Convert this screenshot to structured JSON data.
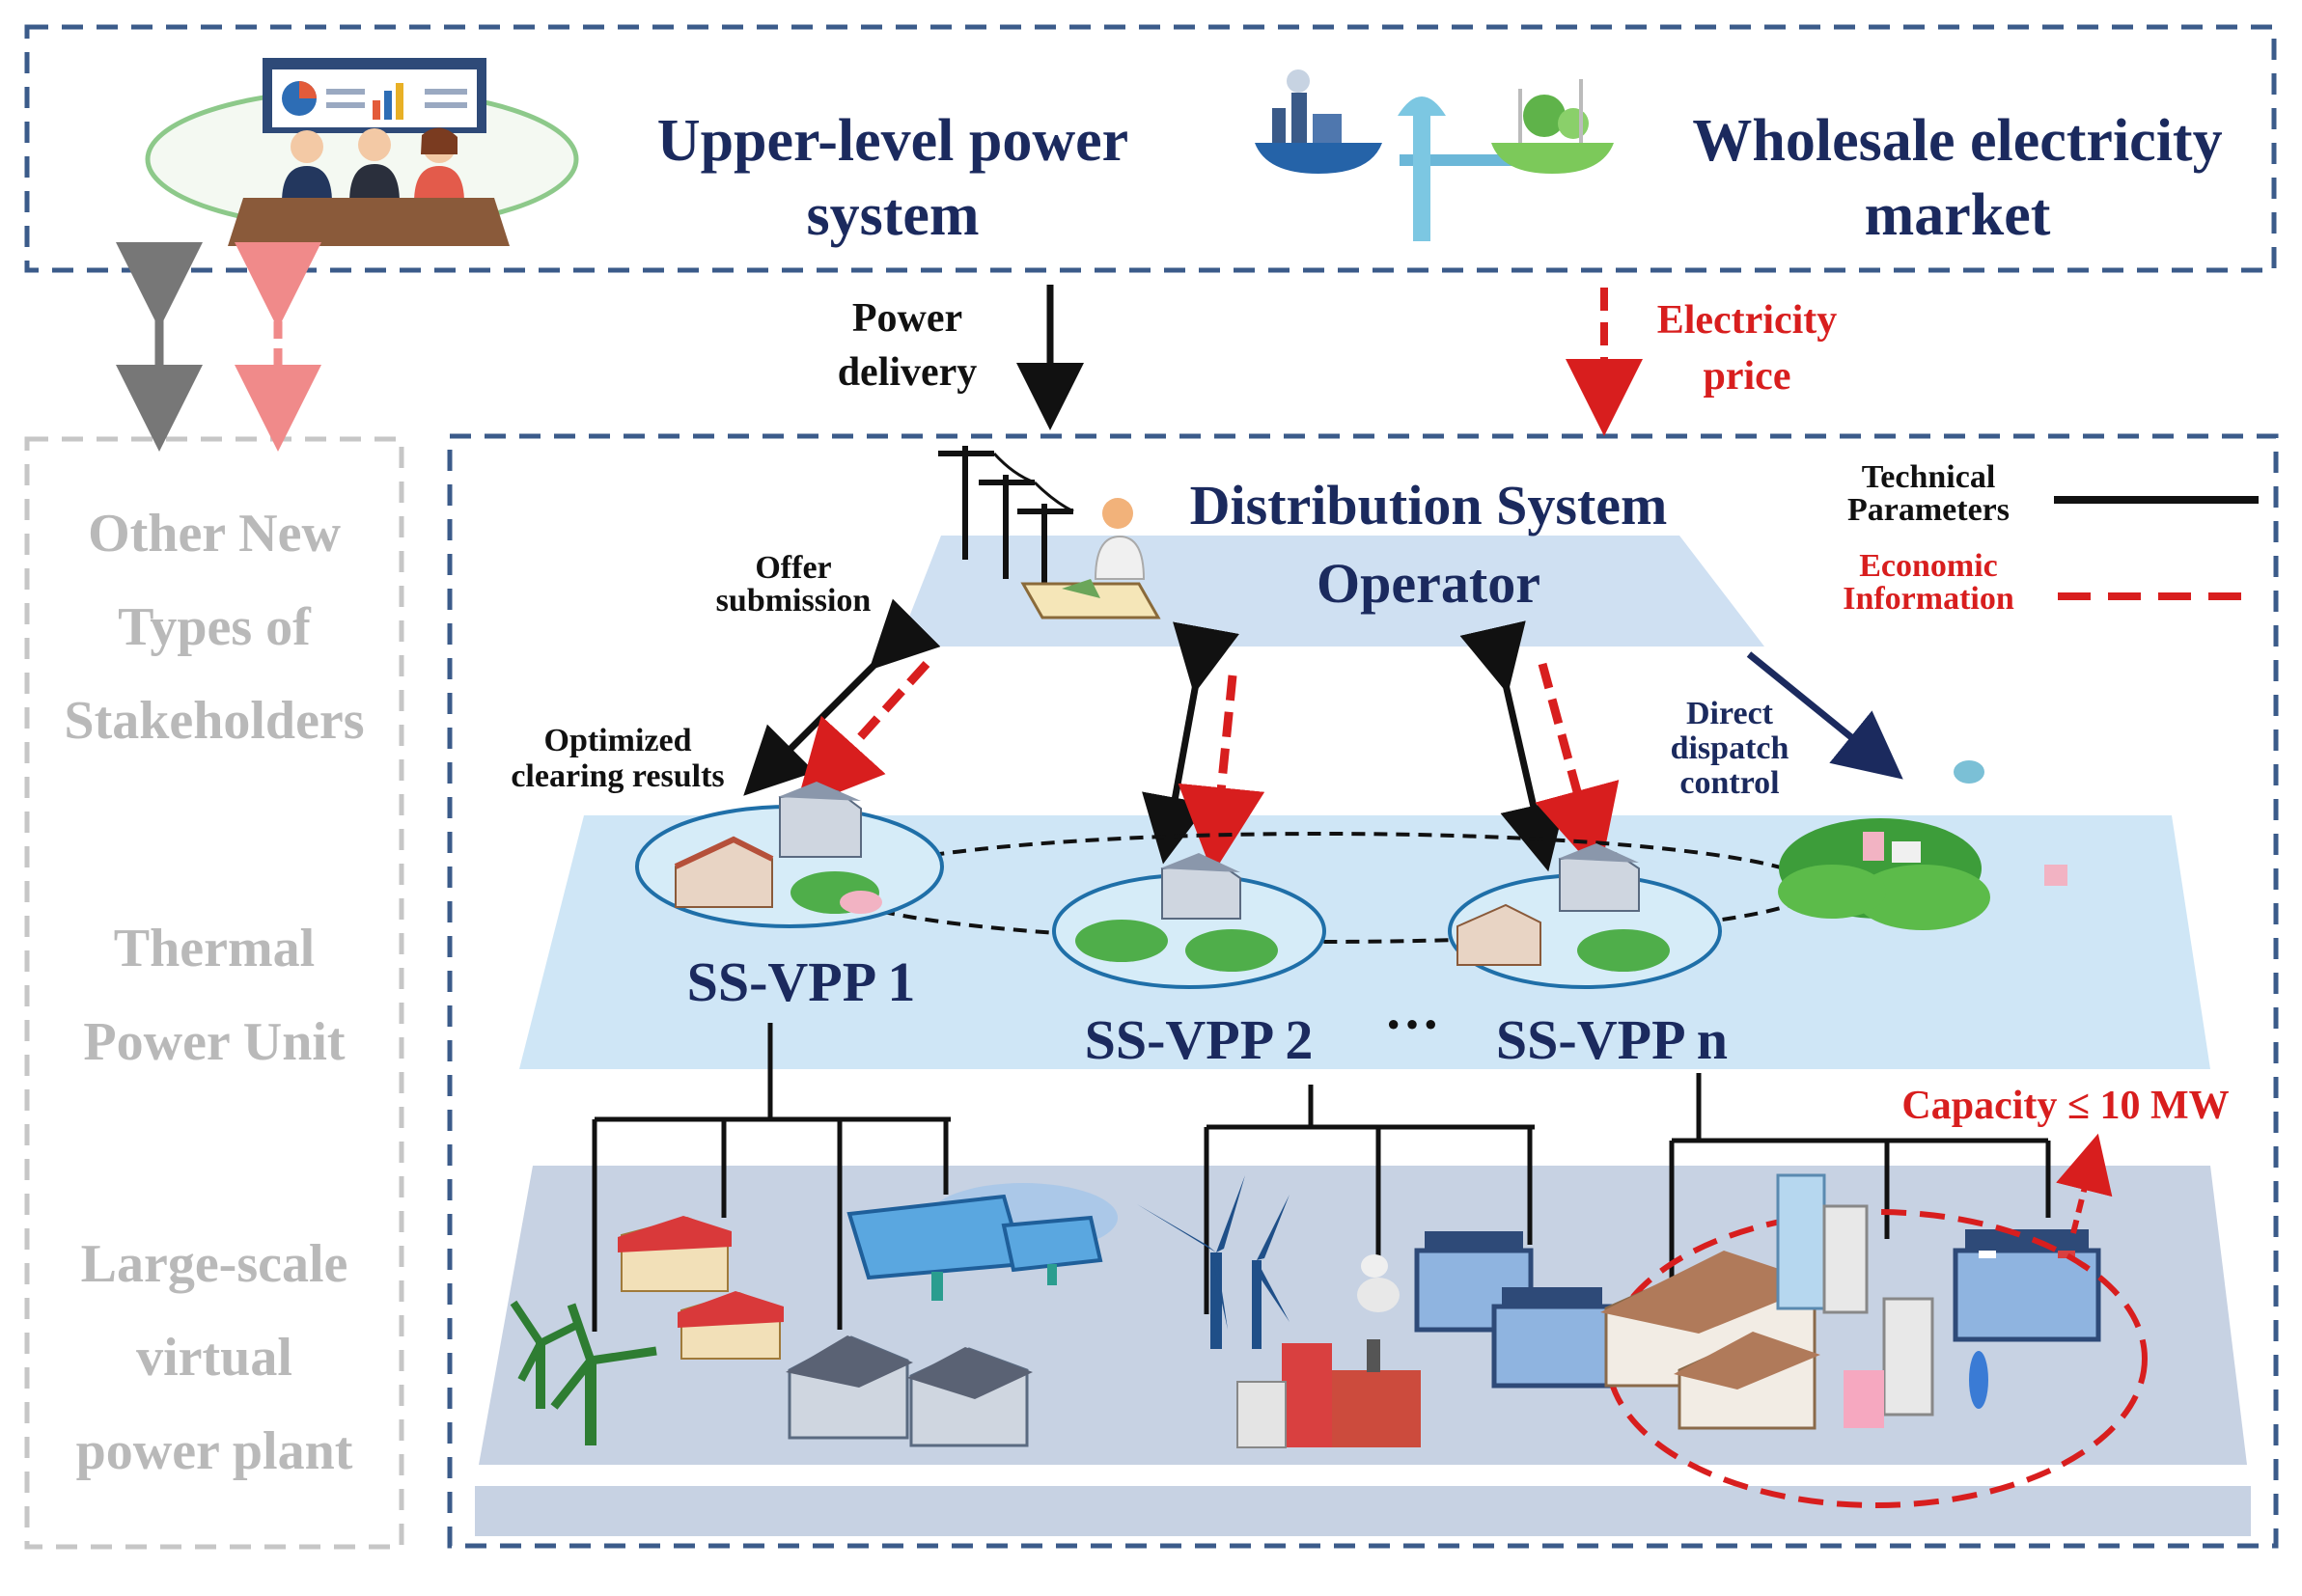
{
  "colors": {
    "navy": "#1b2a5e",
    "red": "#d81e1e",
    "black": "#111111",
    "gray_label": "#b9b9b9",
    "plane_light": "#cfe6f6",
    "plane_lower": "#c7d2e3",
    "dso_plane": "#cfe0f2"
  },
  "top": {
    "upper_level": "Upper-level power system",
    "upper_level_line1": "Upper-level power",
    "upper_level_line2": "system",
    "wholesale_line1": "Wholesale electricity",
    "wholesale_line2": "market"
  },
  "flows": {
    "power_delivery_line1": "Power",
    "power_delivery_line2": "delivery",
    "electricity_price_line1": "Electricity",
    "electricity_price_line2": "price"
  },
  "left_panel": {
    "item1_line1": "Other New",
    "item1_line2": "Types of",
    "item1_line3": "Stakeholders",
    "item2_line1": "Thermal",
    "item2_line2": "Power Unit",
    "item3_line1": "Large-scale",
    "item3_line2": "virtual",
    "item3_line3": "power plant"
  },
  "dso": {
    "line1": "Distribution System",
    "line2": "Operator"
  },
  "legend": {
    "technical_line1": "Technical",
    "technical_line2": "Parameters",
    "economic_line1": "Economic",
    "economic_line2": "Information"
  },
  "labels": {
    "offer_line1": "Offer",
    "offer_line2": "submission",
    "optimized_line1": "Optimized",
    "optimized_line2": "clearing results",
    "direct_line1": "Direct",
    "direct_line2": "dispatch",
    "direct_line3": "control",
    "ellipsis": "···",
    "capacity": "Capacity ≤ 10 MW"
  },
  "vpps": {
    "vpp1": "SS-VPP 1",
    "vpp2": "SS-VPP 2",
    "vppn": "SS-VPP n"
  }
}
